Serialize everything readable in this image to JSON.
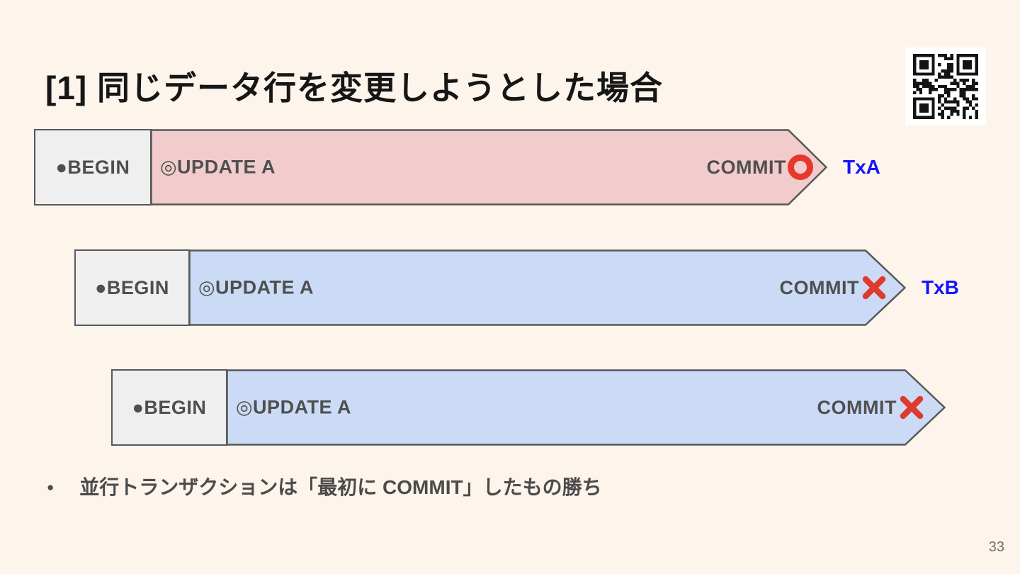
{
  "slide": {
    "title": "[1] 同じデータ行を変更しようとした場合",
    "bullet_marker": "●",
    "bullet_text": "並行トランザクションは「最初に COMMIT」したもの勝ち",
    "page_number": "33"
  },
  "icons": {
    "qr_code": "qr-code",
    "success_mark": "red-hollow-circle",
    "fail_mark": "red-cross"
  },
  "transactions": [
    {
      "begin_label": "●BEGIN",
      "update_label": "◎UPDATE A",
      "commit_label": "COMMIT",
      "result": "success",
      "tx_label": "TxA",
      "fill": "#F2CCCC"
    },
    {
      "begin_label": "●BEGIN",
      "update_label": "◎UPDATE A",
      "commit_label": "COMMIT",
      "result": "fail",
      "tx_label": "TxB",
      "fill": "#CBDBF6"
    },
    {
      "begin_label": "●BEGIN",
      "update_label": "◎UPDATE A",
      "commit_label": "COMMIT",
      "result": "fail",
      "tx_label": "",
      "fill": "#CBDBF6"
    }
  ],
  "colors": {
    "background": "#FDF4EC",
    "arrow_pink": "#F2CCCC",
    "arrow_blue": "#CBDBF6",
    "begin_box_gray": "#EFEFEF",
    "outline_gray": "#57585A",
    "body_text_gray": "#4F4F4F",
    "tx_label_blue": "#1414FF",
    "mark_red": "#E5392C"
  }
}
